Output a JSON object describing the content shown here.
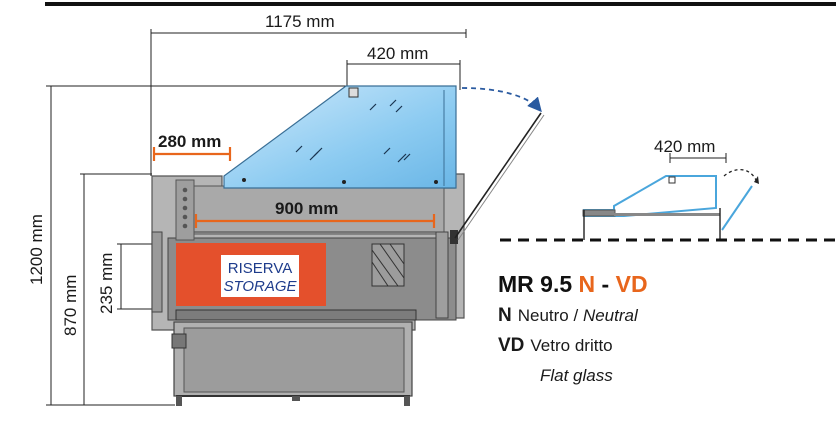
{
  "dimensions": {
    "overall_width": "1175 mm",
    "glass_top": "420 mm",
    "worktop": "280 mm",
    "display_depth": "900 mm",
    "overall_height": "1200 mm",
    "counter_height": "870 mm",
    "storage_height": "235 mm",
    "side_view_top": "420 mm"
  },
  "storage_label": {
    "line1": "RISERVA",
    "line2": "STORAGE"
  },
  "model": {
    "prefix": "MR 9.5 ",
    "code_n": "N",
    "separator": " - ",
    "code_vd": "VD"
  },
  "legend": [
    {
      "code": "N",
      "italian": "Neutro",
      "slash": " / ",
      "english": "Neutral"
    },
    {
      "code": "VD",
      "italian": "Vetro dritto",
      "english": "Flat glass"
    }
  ],
  "colors": {
    "accent_orange": "#e8661c",
    "storage_red": "#e4502c",
    "glass_blue": "#7fc4ee",
    "body_grey": "#9a9a9a",
    "arrow_blue": "#2a5aa0"
  },
  "icons": [
    "glass-swing-arrow-icon"
  ]
}
